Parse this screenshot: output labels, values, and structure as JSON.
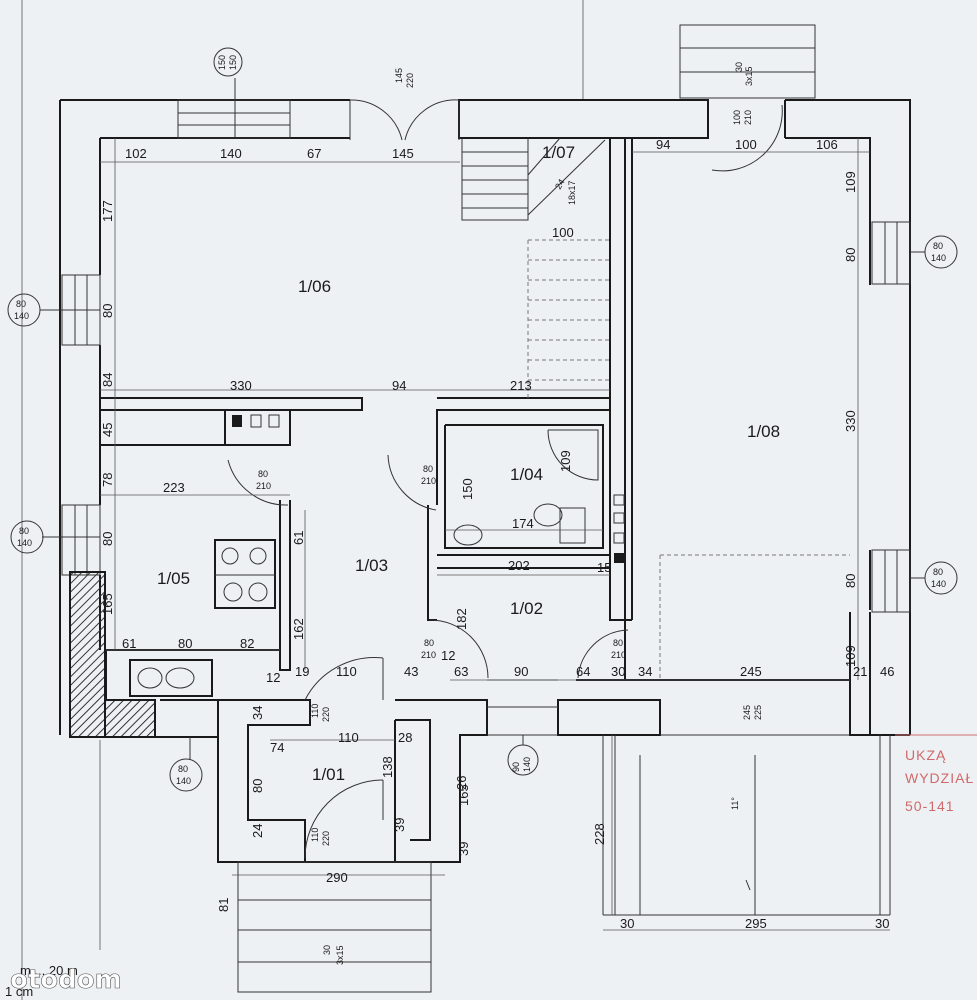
{
  "rooms": [
    {
      "id": "r106",
      "label": "1/06"
    },
    {
      "id": "r107",
      "label": "1/07"
    },
    {
      "id": "r108",
      "label": "1/08"
    },
    {
      "id": "r105",
      "label": "1/05"
    },
    {
      "id": "r103",
      "label": "1/03"
    },
    {
      "id": "r104",
      "label": "1/04"
    },
    {
      "id": "r102",
      "label": "1/02"
    },
    {
      "id": "r101",
      "label": "1/01"
    }
  ],
  "dimensions": {
    "top_102": "102",
    "top_140": "140",
    "top_67": "67",
    "top_145": "145",
    "top_94": "94",
    "top_100": "100",
    "top_106": "106",
    "left_177": "177",
    "left_80": "80",
    "left_84": "84",
    "left_45": "45",
    "left_78": "78",
    "left_80b": "80",
    "left_165": "165",
    "mid_330": "330",
    "mid_94": "94",
    "mid_213": "213",
    "stair_100": "100",
    "k_223": "223",
    "k_61": "61",
    "k_80": "80",
    "k_82": "82",
    "k_12": "12",
    "k_19": "19",
    "h_61": "61",
    "h_162": "162",
    "h_182": "182",
    "h_110": "110",
    "h_43": "43",
    "h_63": "63",
    "h_12": "12",
    "b_150": "150",
    "b_174": "174",
    "b_109": "109",
    "b_202": "202",
    "b_15": "15",
    "c_90": "90",
    "c_64": "64",
    "c_30": "30",
    "c_34": "34",
    "c_245": "245",
    "c_21": "21",
    "c_46": "46",
    "r_109": "109",
    "r_80": "80",
    "r_330": "330",
    "r_80b": "80",
    "r_109b": "109",
    "e_34": "34",
    "e_74": "74",
    "e_110": "110",
    "e_28": "28",
    "e_80": "80",
    "e_24": "24",
    "e_138": "138",
    "e_39": "39",
    "e_165": "165",
    "e_39b": "39",
    "e_26": "26",
    "e_290": "290",
    "e_81": "81",
    "t_228": "228",
    "t_30a": "30",
    "t_295": "295",
    "t_30b": "30"
  },
  "window_tags": [
    {
      "id": "w_top",
      "top": "150",
      "bottom": "150"
    },
    {
      "id": "w_left1",
      "top": "80",
      "bottom": "140"
    },
    {
      "id": "w_left2",
      "top": "80",
      "bottom": "140"
    },
    {
      "id": "w_right1",
      "top": "80",
      "bottom": "140"
    },
    {
      "id": "w_right2",
      "top": "80",
      "bottom": "140"
    },
    {
      "id": "w_bot1",
      "top": "80",
      "bottom": "140"
    },
    {
      "id": "w_bot2",
      "top": "90",
      "bottom": "140"
    }
  ],
  "door_tags": [
    {
      "id": "d_front",
      "top": "145",
      "bottom": "220"
    },
    {
      "id": "d_top_right",
      "top": "100",
      "bottom": "210"
    },
    {
      "id": "d_kitchen",
      "top": "80",
      "bottom": "210"
    },
    {
      "id": "d_bath",
      "top": "80",
      "bottom": "210"
    },
    {
      "id": "d_mid",
      "top": "80",
      "bottom": "210"
    },
    {
      "id": "d_right",
      "top": "80",
      "bottom": "210"
    },
    {
      "id": "d_hall",
      "top": "110",
      "bottom": "220"
    },
    {
      "id": "d_entry",
      "top": "110",
      "bottom": "220"
    },
    {
      "id": "d_garage",
      "top": "245",
      "bottom": "225"
    }
  ],
  "stairs": {
    "top_tag": "3x15",
    "top_tag2": "30",
    "bottom_tag": "3x15",
    "bottom_tag2": "30",
    "inner": "18x17",
    "inner2": "24"
  },
  "terrace_mark": "11°",
  "stamp_lines": [
    "UKZĄ",
    "WYDZIAŁ",
    "50-141"
  ],
  "watermark": "otodom",
  "scale_text": "m ... 20 m",
  "scale_text2": "1 cm",
  "colors": {
    "background": "#eef1f4",
    "line": "#1a1a1a",
    "stamp": "#d06a6a"
  }
}
